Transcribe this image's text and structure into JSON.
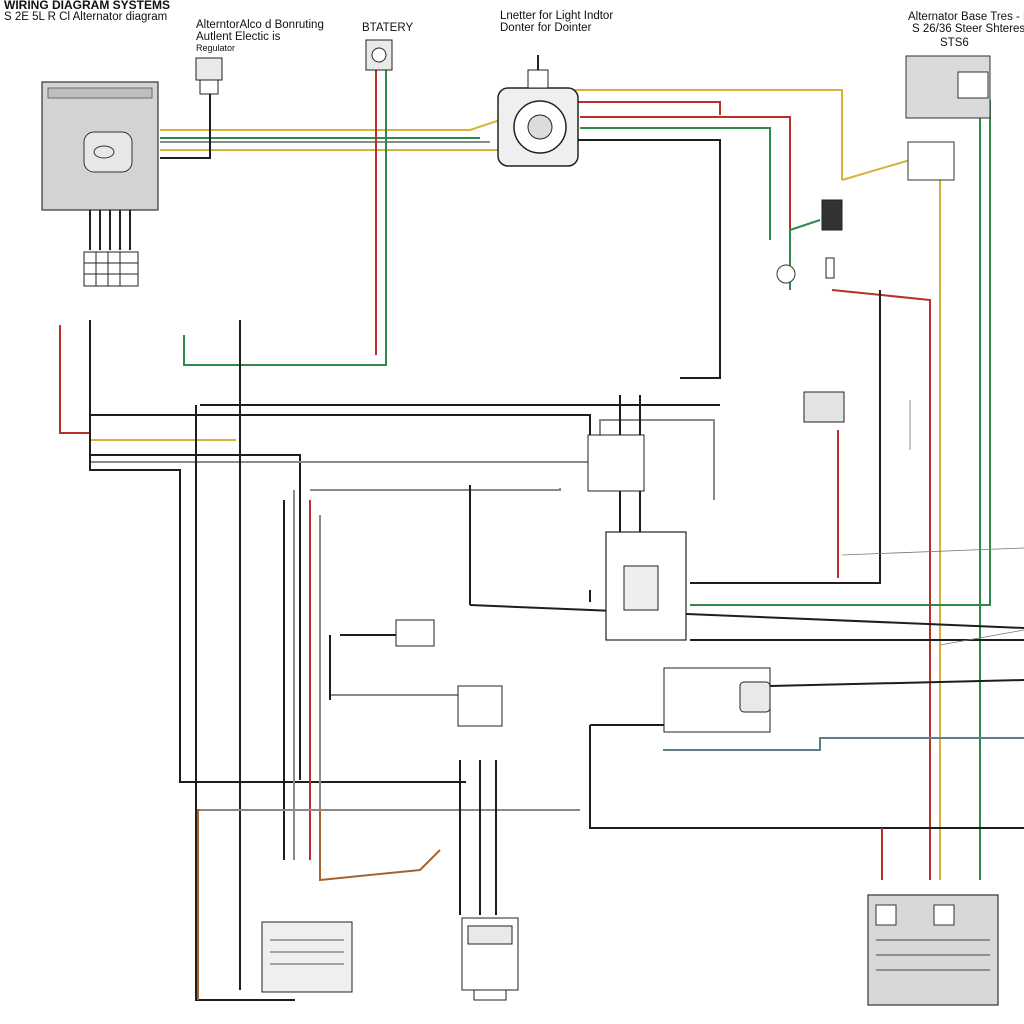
{
  "header": {
    "top_left_line1": "WIRING DIAGRAM SYSTEMS",
    "top_left_line2": "S 2E 5L R Cl Alternator diagram",
    "alternator_label_line1": "AlterntorAlco d Bonruting",
    "alternator_label_line2": "Autlent Electic is",
    "alternator_label_line3": "Regulator",
    "battery_label": "BTATERY",
    "center_label_line1": "Lnetter for Light Indtor",
    "center_label_line2": "Donter for Dointer",
    "right_label_line1": "Alternator Base Tres - Doce",
    "right_label_line2": "S 26/36 Steer Shteres",
    "right_label_line3": "STS6"
  },
  "components": [
    {
      "name": "battery-box",
      "icon": "battery-icon"
    },
    {
      "name": "regulator-connector",
      "icon": "connector-icon"
    },
    {
      "name": "battery-terminal",
      "icon": "terminal-icon"
    },
    {
      "name": "alternator",
      "icon": "alternator-icon"
    },
    {
      "name": "right-relay-box",
      "icon": "relay-icon"
    },
    {
      "name": "center-fuse-module",
      "icon": "module-icon"
    },
    {
      "name": "right-switch-block",
      "icon": "switch-icon"
    },
    {
      "name": "bottom-left-ecu",
      "icon": "ecu-icon"
    },
    {
      "name": "bottom-center-sensor",
      "icon": "sensor-icon"
    },
    {
      "name": "bottom-right-control-unit",
      "icon": "control-unit-icon"
    }
  ],
  "wire_colors": {
    "black": "#1e1e1e",
    "red": "#b8302a",
    "yellow": "#d8b23a",
    "green": "#2e8a4a",
    "grey": "#8a8a8a",
    "brown": "#a8622a"
  }
}
